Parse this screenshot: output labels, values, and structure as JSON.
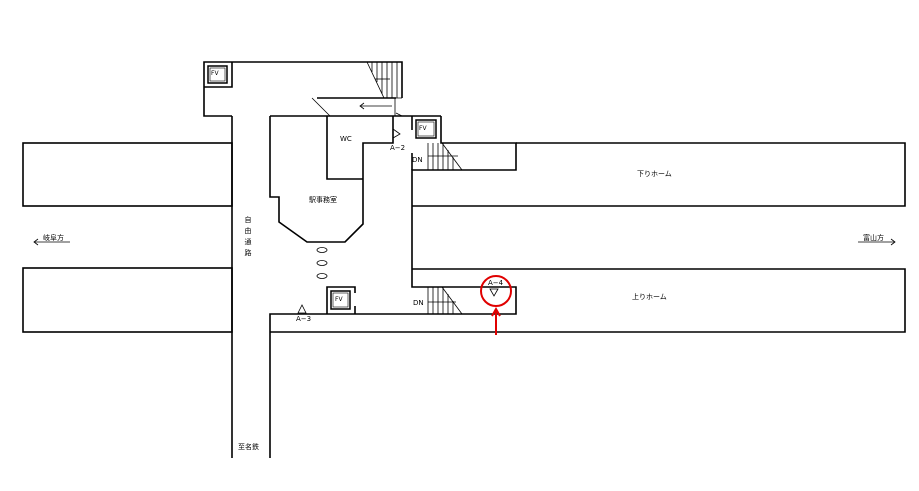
{
  "labels": {
    "fv_top": "FV",
    "fv_mid": "FV",
    "fv_bottom": "FV",
    "wc": "WC",
    "office": "駅事務室",
    "free_passage": "自由通路",
    "dn_upper": "DN",
    "dn_lower": "DN",
    "exit_a2": "A−2",
    "exit_a3": "A−3",
    "exit_a4": "A−4",
    "down_platform": "下りホーム",
    "up_platform": "上りホーム",
    "to_gifu": "岐阜方",
    "to_toyama": "富山方",
    "to_meitetsu": "至名鉄"
  },
  "colors": {
    "highlight": "#e00000"
  }
}
